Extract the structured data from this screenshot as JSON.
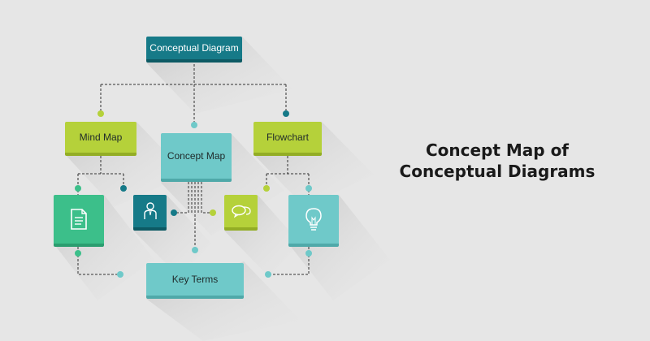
{
  "title": {
    "line1": "Concept Map of",
    "line2": "Conceptual Diagrams"
  },
  "nodes": {
    "conceptual_diagram": "Conceptual Diagram",
    "mind_map": "Mind Map",
    "concept_map": "Concept Map",
    "flowchart": "Flowchart",
    "key_terms": "Key Terms"
  },
  "icons": [
    "document-icon",
    "person-icon",
    "speech-bubble-icon",
    "lightbulb-icon"
  ],
  "colors": {
    "background": "#e6e6e6",
    "dark_teal": "#167a88",
    "lime": "#b5d13a",
    "teal": "#6fc9c9",
    "green": "#3cbf8a",
    "connector": "#333333"
  }
}
